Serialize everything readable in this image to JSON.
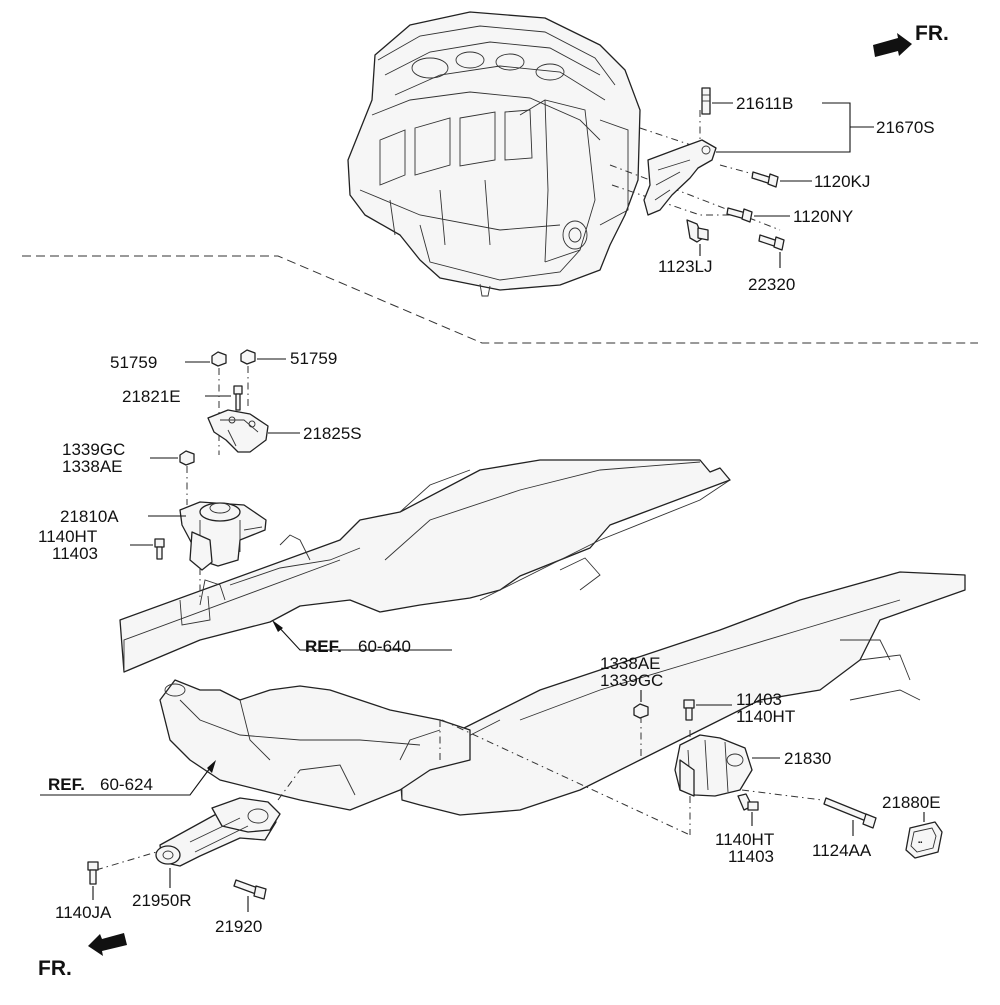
{
  "direction_label": "FR.",
  "labels": {
    "p21611B": "21611B",
    "p21670S": "21670S",
    "p1120KJ": "1120KJ",
    "p1120NY": "1120NY",
    "p1123LJ": "1123LJ",
    "p22320": "22320",
    "p51759_left": "51759",
    "p51759_right": "51759",
    "p21821E": "21821E",
    "p21825S": "21825S",
    "p1339GC_top": "1339GC",
    "p1338AE_top": "1338AE",
    "p21810A": "21810A",
    "p1140HT_left": "1140HT",
    "p11403_left": "11403",
    "p1338AE_right": "1338AE",
    "p1339GC_right": "1339GC",
    "p11403_right_top": "11403",
    "p1140HT_right_top": "1140HT",
    "p21830": "21830",
    "p1140HT_right_bottom": "1140HT",
    "p11403_right_bottom": "11403",
    "p1124AA": "1124AA",
    "p21880E": "21880E",
    "p1140JA": "1140JA",
    "p21950R": "21950R",
    "p21920": "21920"
  },
  "references": {
    "ref_640_prefix": "REF.",
    "ref_640_code": "60-640",
    "ref_624_prefix": "REF.",
    "ref_624_code": "60-624"
  },
  "icons": [
    "engine-block-illustration",
    "engine-bracket-icon",
    "mount-bracket-icon",
    "engine-mount-insulator-icon",
    "subframe-illustration",
    "transmission-mount-icon",
    "roll-rod-icon",
    "cap-icon",
    "bolt-icon",
    "nut-icon",
    "front-direction-arrow-icon"
  ]
}
